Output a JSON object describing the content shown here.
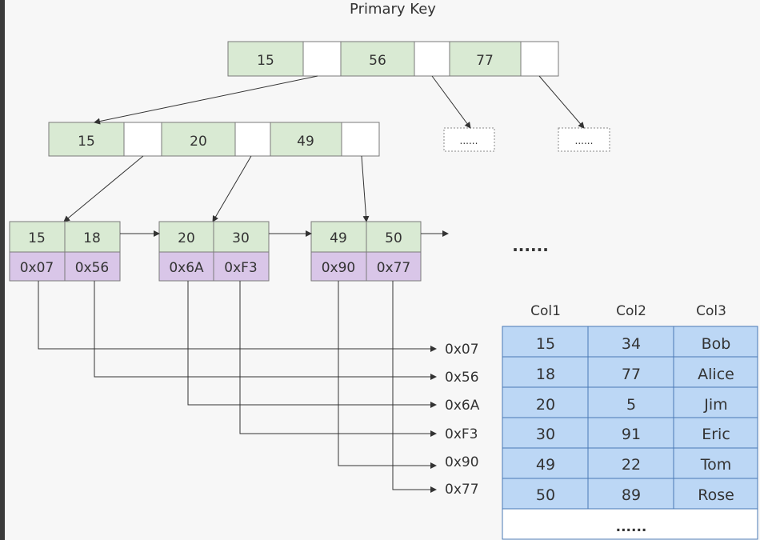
{
  "title": "Primary Key",
  "root": {
    "keys": [
      "15",
      "56",
      "77"
    ]
  },
  "level2": {
    "keys": [
      "15",
      "20",
      "49"
    ]
  },
  "placeholder_dots": "......",
  "continuation_dots": "......",
  "leaves": [
    {
      "keys": [
        "15",
        "18"
      ],
      "addrs": [
        "0x07",
        "0x56"
      ]
    },
    {
      "keys": [
        "20",
        "30"
      ],
      "addrs": [
        "0x6A",
        "0xF3"
      ]
    },
    {
      "keys": [
        "49",
        "50"
      ],
      "addrs": [
        "0x90",
        "0x77"
      ]
    }
  ],
  "address_labels": [
    "0x07",
    "0x56",
    "0x6A",
    "0xF3",
    "0x90",
    "0x77"
  ],
  "table": {
    "columns": [
      "Col1",
      "Col2",
      "Col3"
    ],
    "rows": [
      [
        "15",
        "34",
        "Bob"
      ],
      [
        "18",
        "77",
        "Alice"
      ],
      [
        "20",
        "5",
        "Jim"
      ],
      [
        "30",
        "91",
        "Eric"
      ],
      [
        "49",
        "22",
        "Tom"
      ],
      [
        "50",
        "89",
        "Rose"
      ]
    ],
    "footer": "......"
  }
}
